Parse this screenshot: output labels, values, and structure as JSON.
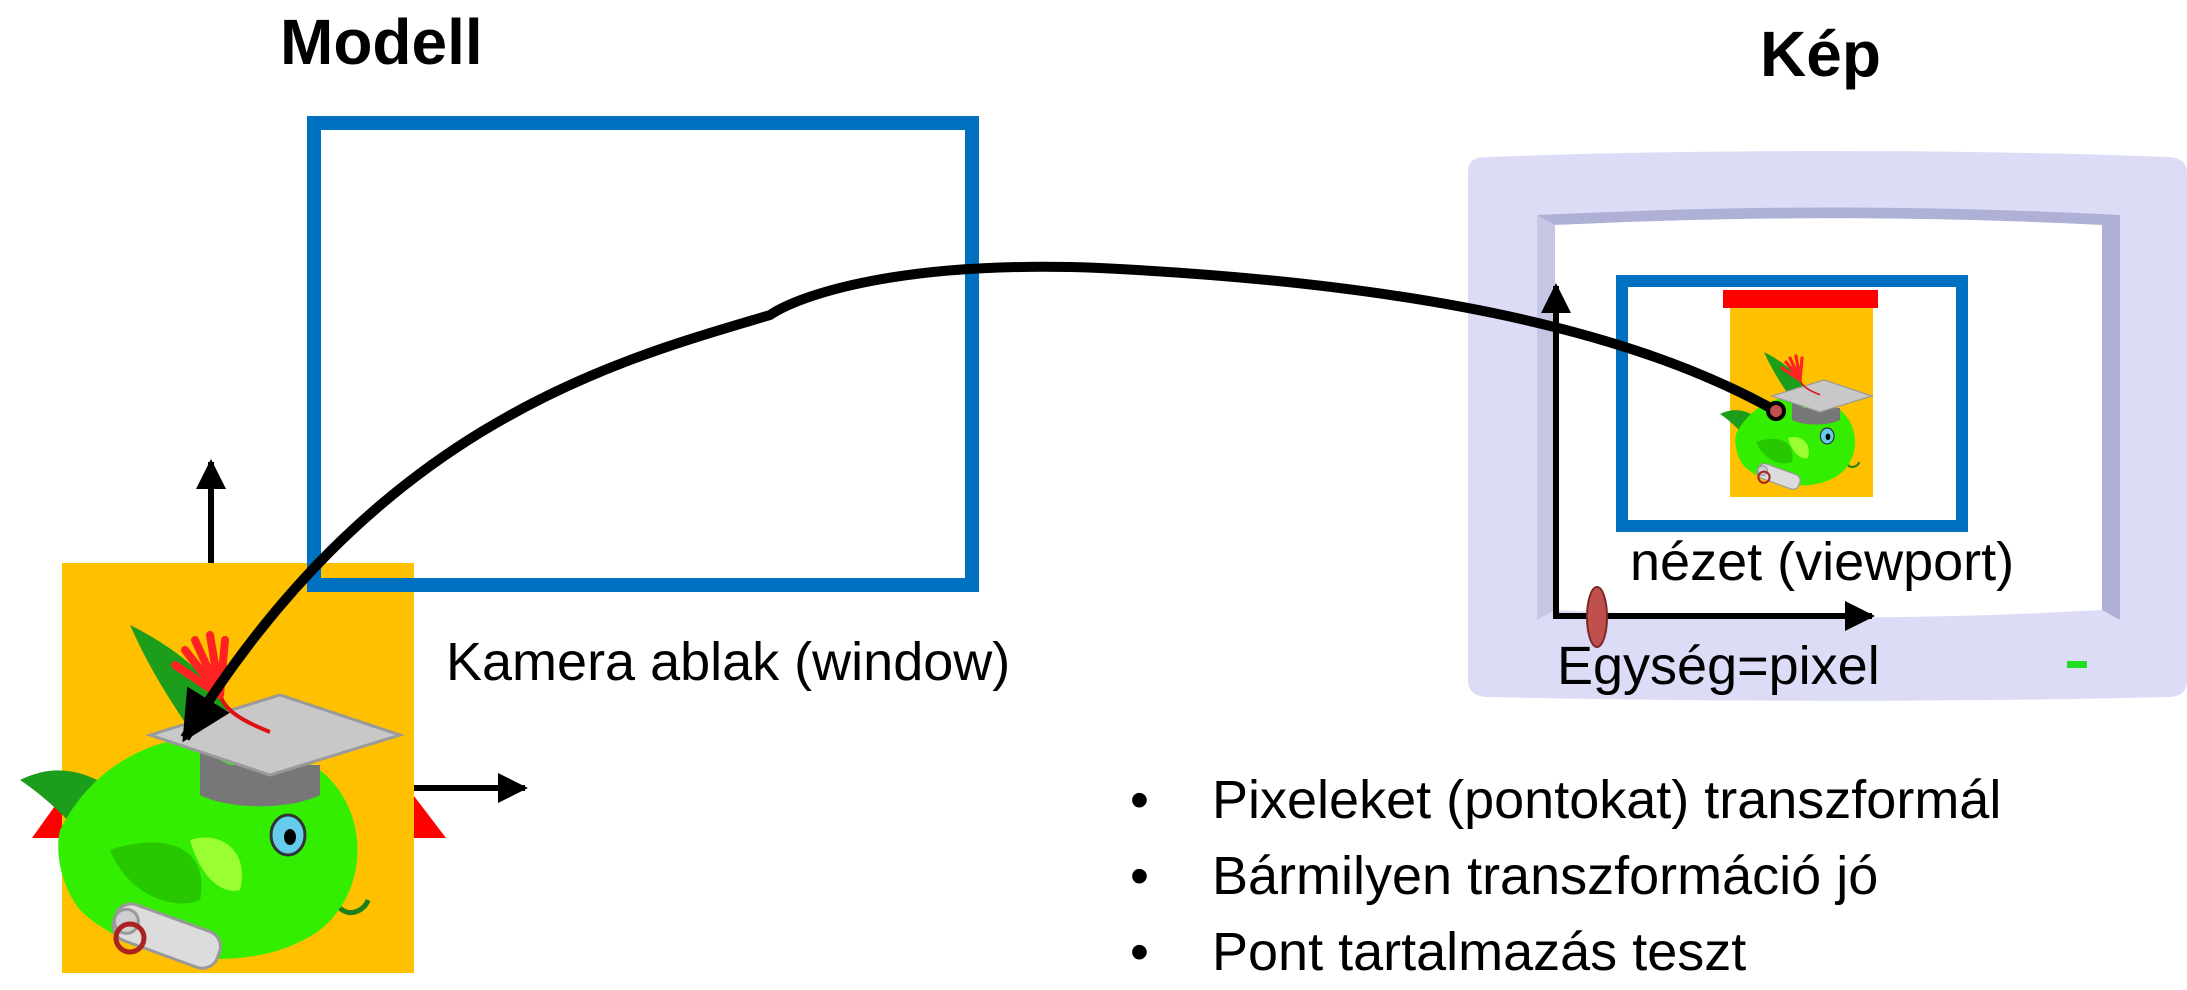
{
  "titles": {
    "model": "Modell",
    "image": "Kép"
  },
  "labels": {
    "camera_window": "Kamera ablak (window)",
    "viewport": "nézet (viewport)",
    "unit": "Egység=pixel"
  },
  "bullets": [
    {
      "text": "Pixeleket (pontokat) transzformál"
    },
    {
      "text": "Bármilyen transzformáció jó"
    },
    {
      "text": "Pont tartalmazás teszt"
    }
  ],
  "colors": {
    "frame_blue": "#0070c0",
    "monitor": "#dcdcf7",
    "monitor_edge": "#aeb0d6",
    "orange": "#ffc000",
    "red": "#ff0000",
    "fish_green": "#33ee00",
    "power_led": "#22dd22"
  },
  "icons": [
    "fish-with-graduation-cap",
    "monitor",
    "tassel-icon",
    "diploma-scroll-icon"
  ]
}
